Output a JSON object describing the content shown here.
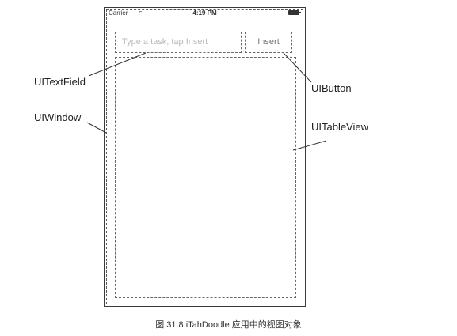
{
  "statusbar": {
    "carrier": "Carrier",
    "time": "4:19 PM"
  },
  "textfield": {
    "placeholder": "Type a task, tap Insert"
  },
  "button": {
    "label": "Insert"
  },
  "labels": {
    "textfield": "UITextField",
    "window": "UIWindow",
    "button": "UIButton",
    "tableview": "UITableView"
  },
  "caption": "图 31.8   iTahDoodle 应用中的视图对象"
}
